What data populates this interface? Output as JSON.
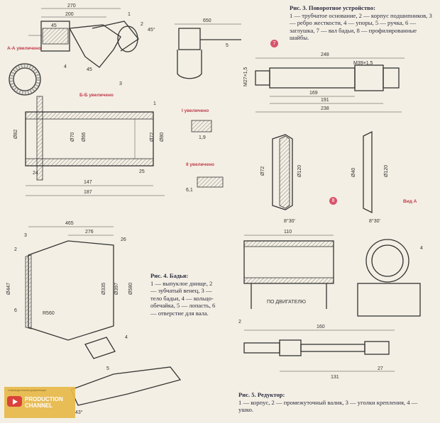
{
  "figures": {
    "fig3": {
      "title": "Рис. 3. Поворотное устройство:",
      "legend": "1 — трубчатое основание, 2 — корпус подшипников, 3 — ребро жесткости, 4 — упоры, 5 — ручка, 6 — заглушка, 7 — вал бадьи, 8 — профилированные шайбы."
    },
    "fig4": {
      "title": "Рис. 4. Бадья:",
      "legend": "1 — выпуклое днище, 2 — зубчатый венец, 3 — тело бадьи, 4 — кольцо-обечайка, 5 — лопасть, 6 — отверстие для вала."
    },
    "fig5": {
      "title": "Рис. 5. Редуктор:",
      "legend": "1 — корпус, 2 — промежуточный валик, 3 — уголки крепления, 4 — ушко."
    }
  },
  "section_labels": {
    "aa": "А-А увеличено",
    "bb": "Б-Б увеличено",
    "i": "I увеличено",
    "ii": "II увеличено",
    "view_a": "Вид А",
    "to_motor": "ПО ДВИГАТЕЛЮ"
  },
  "badges": {
    "b7": "7",
    "b8": "8"
  },
  "dimensions": {
    "d270": "270",
    "d200": "200",
    "d45a": "45",
    "d45b": "45",
    "d650": "650",
    "d45deg": "45°",
    "d248": "248",
    "d169": "169",
    "d191": "191",
    "d238": "238",
    "m39": "М39×1,5",
    "m27": "М27×1,5",
    "d147": "147",
    "d187": "187",
    "d24": "24",
    "d25": "25",
    "d70": "Ø70",
    "d66": "Ø66",
    "d72": "Ø72",
    "d80": "Ø80",
    "d82": "Ø82",
    "d465": "465",
    "d276": "276",
    "d26": "26",
    "d447": "Ø447",
    "d580": "Ø580",
    "d335": "Ø335",
    "d397": "Ø397",
    "r560": "R560",
    "d110": "110",
    "d160": "160",
    "d131": "131",
    "d27": "27",
    "d43": "43°",
    "d120": "Ø120",
    "d40": "Ø40",
    "d30deg": "8°30'"
  },
  "watermark": {
    "note": "сопроводительная документация",
    "channel": "PRODUCTION CHANNEL"
  }
}
